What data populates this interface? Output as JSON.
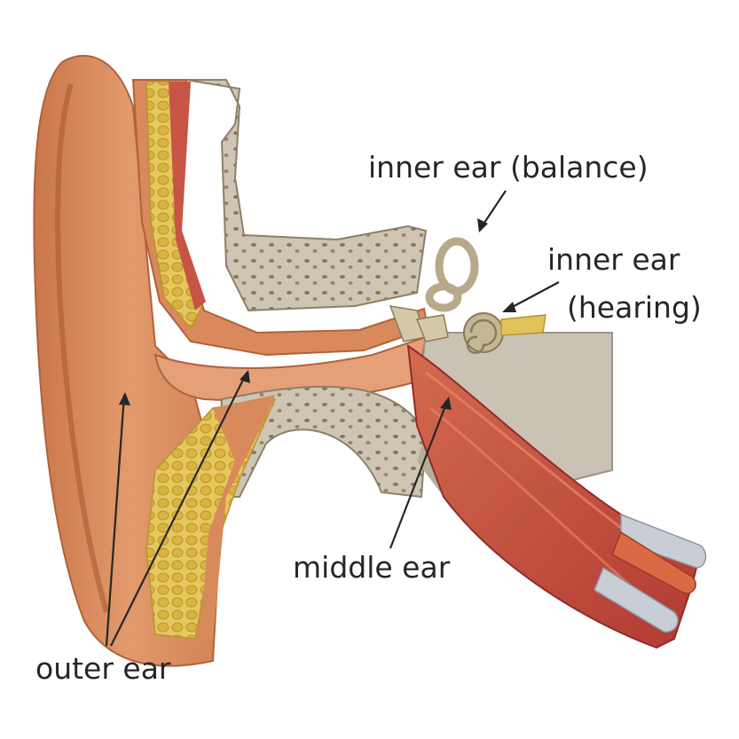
{
  "labels": {
    "inner_balance": "inner ear (balance)",
    "inner_hearing_line1": "inner ear",
    "inner_hearing_line2": "(hearing)",
    "middle": "middle ear",
    "outer": "outer ear"
  },
  "colors": {
    "skin": "#d9895c",
    "skin_dark": "#b8643a",
    "fat": "#e2c35a",
    "bone": "#c9bfae",
    "muscle": "#c1473c",
    "background": "#ffffff",
    "text": "#262626"
  }
}
